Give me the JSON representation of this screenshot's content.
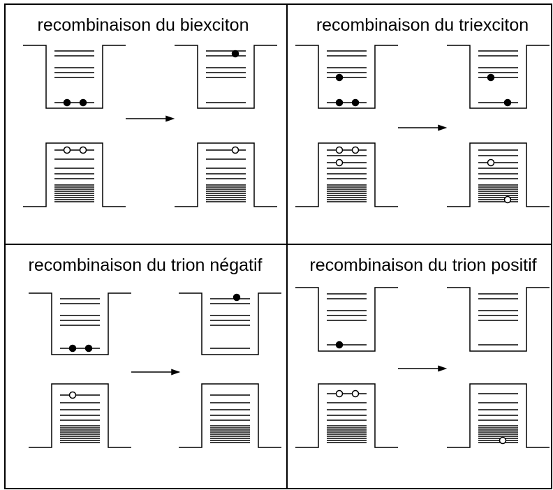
{
  "colors": {
    "line": "#000000",
    "background": "#ffffff"
  },
  "panels": [
    {
      "title": "recombinaison du biexciton"
    },
    {
      "title": "recombinaison du triexciton"
    },
    {
      "title": "recombinaison du trion négatif"
    },
    {
      "title": "recombinaison du trion positif"
    }
  ]
}
